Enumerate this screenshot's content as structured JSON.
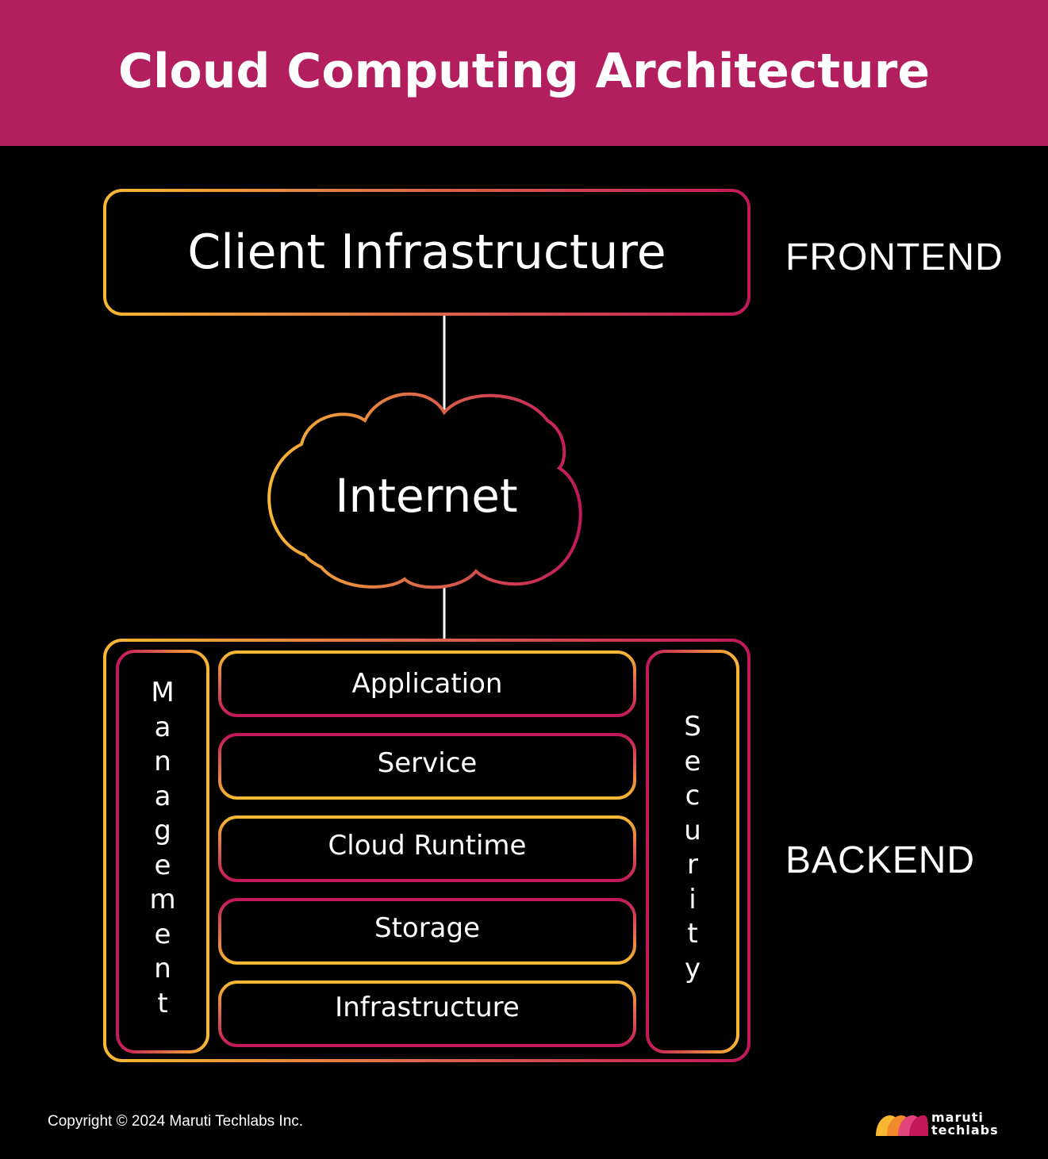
{
  "title": "Cloud Computing Architecture",
  "colors": {
    "banner": "#b31f5e",
    "background": "#000000",
    "gradient_start": "#f7b733",
    "gradient_end": "#c2185b"
  },
  "frontend": {
    "side_label": "FRONTEND",
    "client_box": "Client Infrastructure"
  },
  "network": {
    "cloud_label": "Internet"
  },
  "backend": {
    "side_label": "BACKEND",
    "left_column": "Management",
    "right_column": "Security",
    "layers": [
      "Application",
      "Service",
      "Cloud Runtime",
      "Storage",
      "Infrastructure"
    ]
  },
  "footer": {
    "copyright": "Copyright © 2024 Maruti Techlabs Inc.",
    "logo_line1": "maruti",
    "logo_line2": "techlabs"
  }
}
